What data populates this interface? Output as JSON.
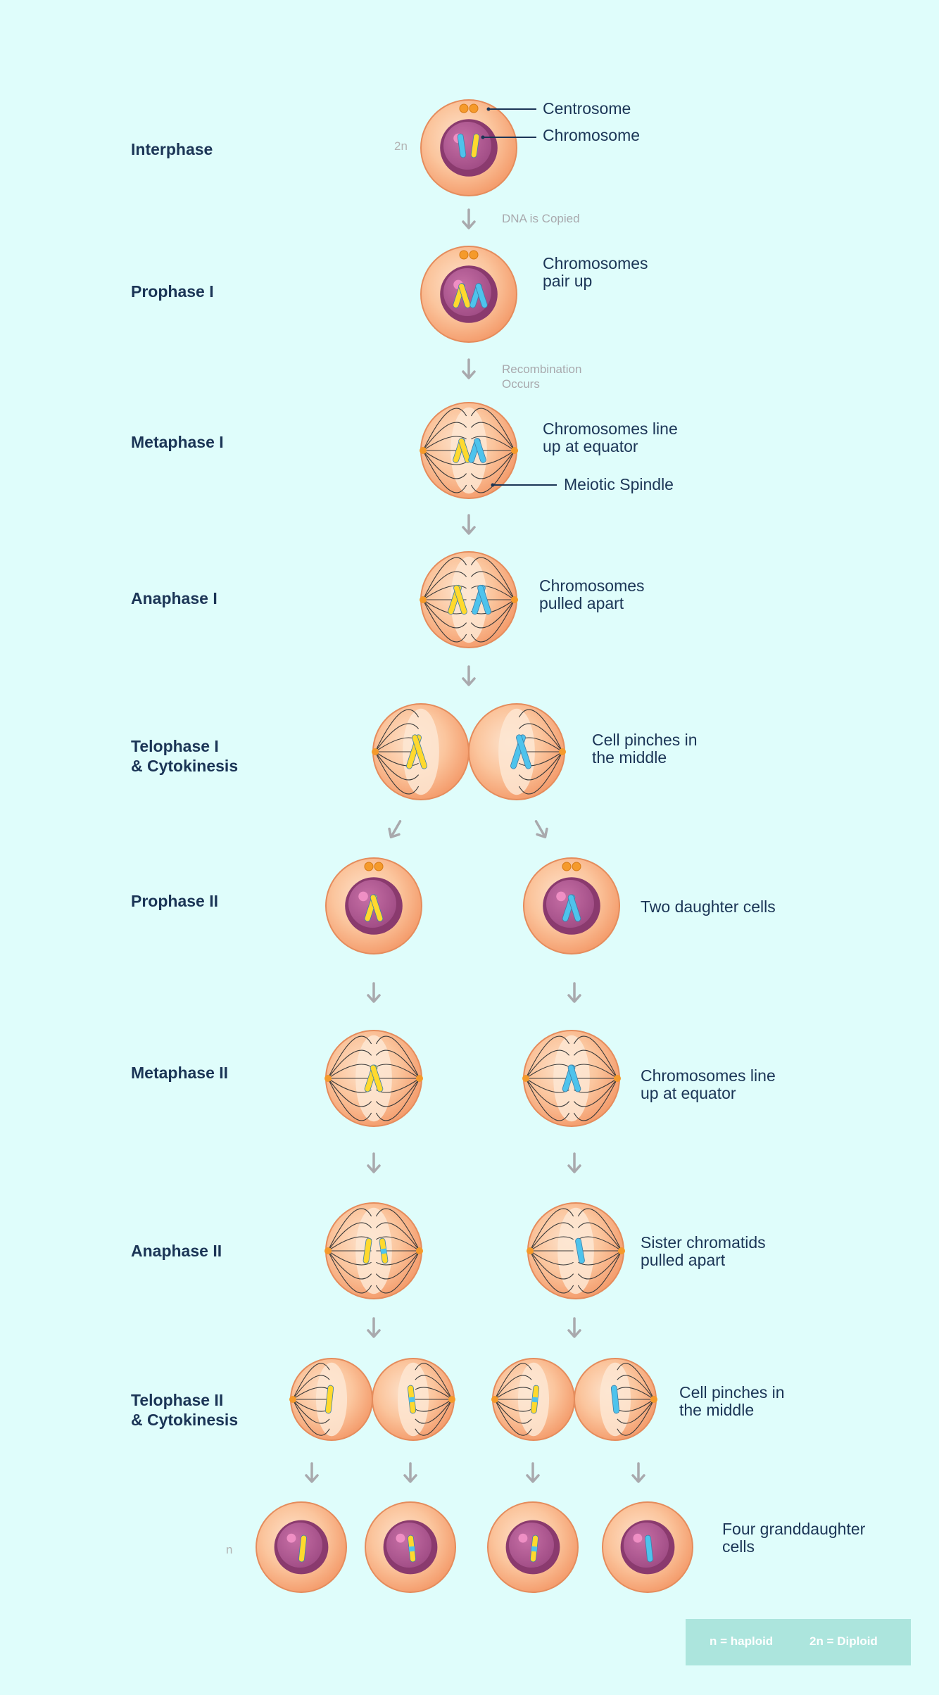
{
  "stages": [
    {
      "label": "Interphase",
      "desc": "",
      "note": "DNA is Copied"
    },
    {
      "label": "Prophase I",
      "desc": "Chromosomes\npair up",
      "note": "Recombination\nOccurs"
    },
    {
      "label": "Metaphase I",
      "desc": "Chromosomes line\nup at equator",
      "note": ""
    },
    {
      "label": "Anaphase I",
      "desc": "Chromosomes\npulled apart",
      "note": ""
    },
    {
      "label": "Telophase I\n& Cytokinesis",
      "desc": "Cell pinches in\nthe middle",
      "note": ""
    },
    {
      "label": "Prophase II",
      "desc": "Two daughter cells",
      "note": ""
    },
    {
      "label": "Metaphase II",
      "desc": "Chromosomes line\nup at equator",
      "note": ""
    },
    {
      "label": "Anaphase II",
      "desc": "Sister chromatids\npulled apart",
      "note": ""
    },
    {
      "label": "Telophase II\n& Cytokinesis",
      "desc": "Cell pinches in\nthe middle",
      "note": ""
    },
    {
      "label": "",
      "desc": "Four granddaughter\ncells",
      "note": ""
    }
  ],
  "callouts": {
    "centrosome": "Centrosome",
    "chromosome": "Chromosome",
    "spindle": "Meiotic Spindle"
  },
  "ploidy": {
    "diploid_mark": "2n",
    "haploid_mark": "n"
  },
  "legend": {
    "haploid": "n = haploid",
    "diploid": "2n = Diploid"
  },
  "colors": {
    "background": "#dffdfb",
    "cell": "#f9b98e",
    "cell_outline": "#e58c5c",
    "nucleus": "#a74f8a",
    "chromosome_yellow": "#ffd92e",
    "chromosome_blue": "#4ec3ec",
    "arrow": "#a9a9ad",
    "text": "#1b3556"
  }
}
